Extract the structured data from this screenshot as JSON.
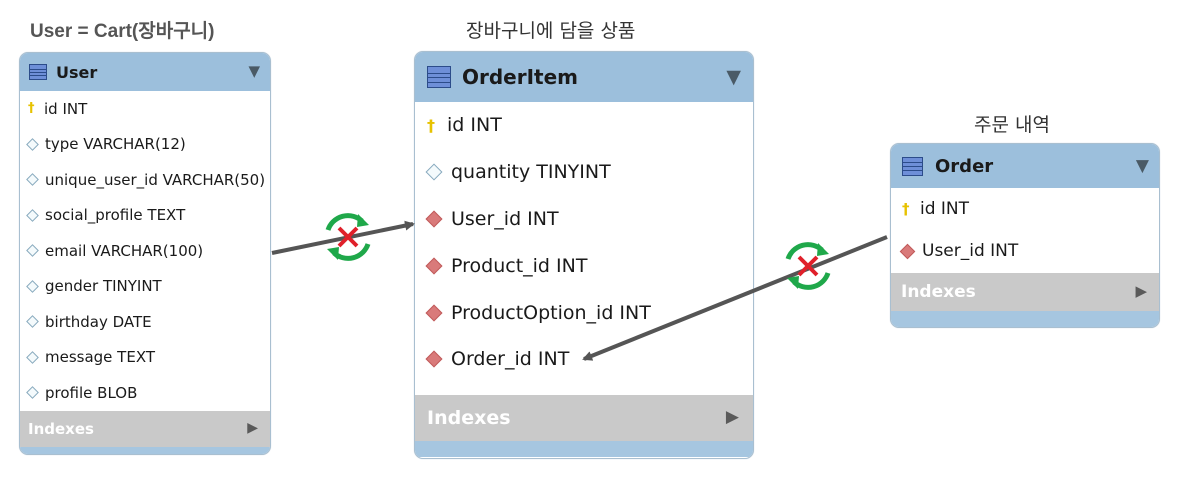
{
  "captions": {
    "user": "User = Cart(장바구니)",
    "orderitem": "장바구니에 담을 상품",
    "order": "주문 내역"
  },
  "tables": {
    "user": {
      "name": "User",
      "columns": [
        {
          "kind": "pk",
          "label": "id INT"
        },
        {
          "kind": "col",
          "label": "type VARCHAR(12)"
        },
        {
          "kind": "col",
          "label": "unique_user_id VARCHAR(50)"
        },
        {
          "kind": "col",
          "label": "social_profile TEXT"
        },
        {
          "kind": "col",
          "label": "email VARCHAR(100)"
        },
        {
          "kind": "col",
          "label": "gender TINYINT"
        },
        {
          "kind": "col",
          "label": "birthday DATE"
        },
        {
          "kind": "col",
          "label": "message TEXT"
        },
        {
          "kind": "col",
          "label": "profile BLOB"
        }
      ],
      "indexes_label": "Indexes"
    },
    "orderitem": {
      "name": "OrderItem",
      "columns": [
        {
          "kind": "pk",
          "label": "id INT"
        },
        {
          "kind": "col",
          "label": "quantity TINYINT"
        },
        {
          "kind": "fk",
          "label": "User_id INT"
        },
        {
          "kind": "fk",
          "label": "Product_id INT"
        },
        {
          "kind": "fk",
          "label": "ProductOption_id INT"
        },
        {
          "kind": "fk",
          "label": "Order_id INT"
        }
      ],
      "indexes_label": "Indexes"
    },
    "order": {
      "name": "Order",
      "columns": [
        {
          "kind": "pk",
          "label": "id INT"
        },
        {
          "kind": "fk",
          "label": "User_id INT"
        }
      ],
      "indexes_label": "Indexes"
    }
  },
  "relations": [
    {
      "from": "User",
      "to": "OrderItem.User_id",
      "status": "removed"
    },
    {
      "from": "Order",
      "to": "OrderItem.Order_id",
      "status": "removed"
    }
  ],
  "colors": {
    "header": "#9cbfdc",
    "footer": "#a6c6e0",
    "indexes": "#c9c9c9",
    "arrow": "#555555",
    "cycle": "#1fa84a",
    "cross": "#e0202a",
    "pk": "#e7c200",
    "fk": "#d97a7a"
  },
  "icons": {
    "table": "table-icon",
    "pk": "key-icon",
    "col": "diamond-outline-icon",
    "fk": "diamond-filled-icon",
    "collapse": "triangle-down-icon",
    "expand": "triangle-right-icon",
    "relation_status": "cycle-with-cross-icon"
  }
}
